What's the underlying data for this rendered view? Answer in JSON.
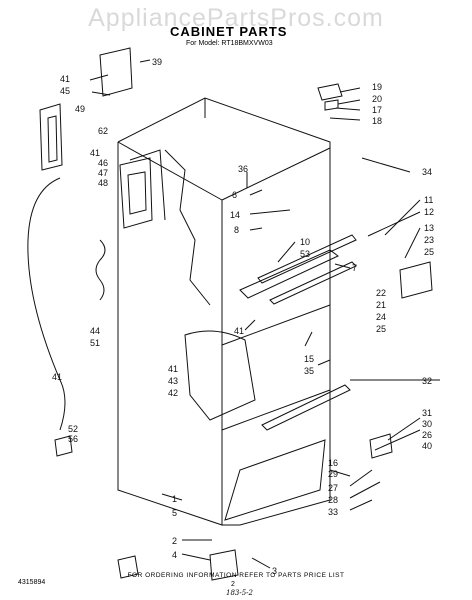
{
  "watermark": "AppliancePartsPros.com",
  "title": "CABINET PARTS",
  "model_label": "For Model: RT18BMXVW03",
  "footer_note": "FOR ORDERING INFORMATION REFER TO PARTS PRICE LIST",
  "part_number": "4315894",
  "page_number": "2",
  "handwritten_code": "183-5-2",
  "callouts": [
    "39",
    "41",
    "45",
    "49",
    "62",
    "41",
    "46",
    "47",
    "48",
    "44",
    "51",
    "41",
    "52",
    "56",
    "19",
    "20",
    "17",
    "18",
    "34",
    "36",
    "6",
    "14",
    "8",
    "10",
    "53",
    "7",
    "11",
    "12",
    "13",
    "23",
    "25",
    "22",
    "21",
    "24",
    "25",
    "41",
    "15",
    "35",
    "41",
    "43",
    "42",
    "32",
    "31",
    "30",
    "26",
    "40",
    "16",
    "29",
    "27",
    "28",
    "33",
    "1",
    "5",
    "2",
    "4",
    "3"
  ]
}
